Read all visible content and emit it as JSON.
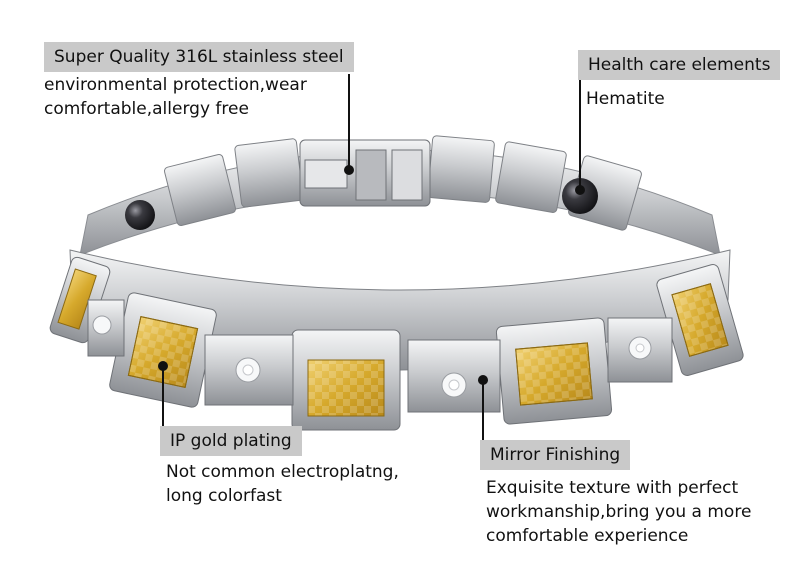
{
  "callouts": {
    "steel": {
      "title": "Super Quality 316L stainless steel",
      "lines": [
        "environmental protection,wear",
        "comfortable,allergy free"
      ]
    },
    "health": {
      "title": "Health care elements",
      "lines": [
        "Hematite"
      ]
    },
    "gold": {
      "title": "IP gold plating",
      "lines": [
        "Not common electroplatng,",
        "long colorfast"
      ]
    },
    "mirror": {
      "title": "Mirror Finishing",
      "lines": [
        "Exquisite texture with perfect",
        "workmanship,bring you a more",
        "comfortable experience"
      ]
    }
  },
  "colors": {
    "label_bg": "#c9c9c9",
    "steel": "#d9dadc",
    "gold": "#d9b23a",
    "hematite": "#2a2a2e"
  }
}
